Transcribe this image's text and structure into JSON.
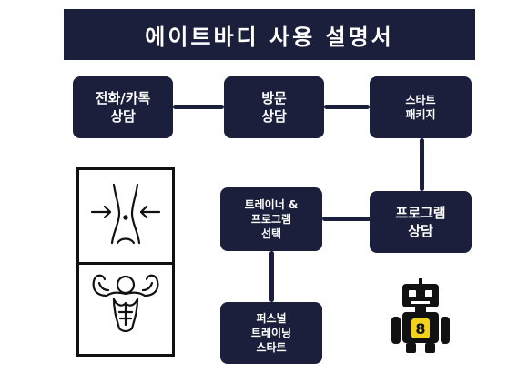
{
  "title": "에이트바디 사용 설명서",
  "nodes": {
    "call_kakao": [
      "전화/카톡",
      "상담"
    ],
    "visit": [
      "방문",
      "상담"
    ],
    "start_package": [
      "스타트",
      "패키지"
    ],
    "program_consult": [
      "프로그램",
      "상담"
    ],
    "trainer_program_select": [
      "트레이너 &",
      "프로그램",
      "선택"
    ],
    "personal_training_start": [
      "퍼스널",
      "트레이닝",
      "스타트"
    ]
  },
  "robot_badge": "8",
  "colors": {
    "node": "#1b1f3b",
    "robot": "#111111",
    "badge": "#f2d21b"
  }
}
